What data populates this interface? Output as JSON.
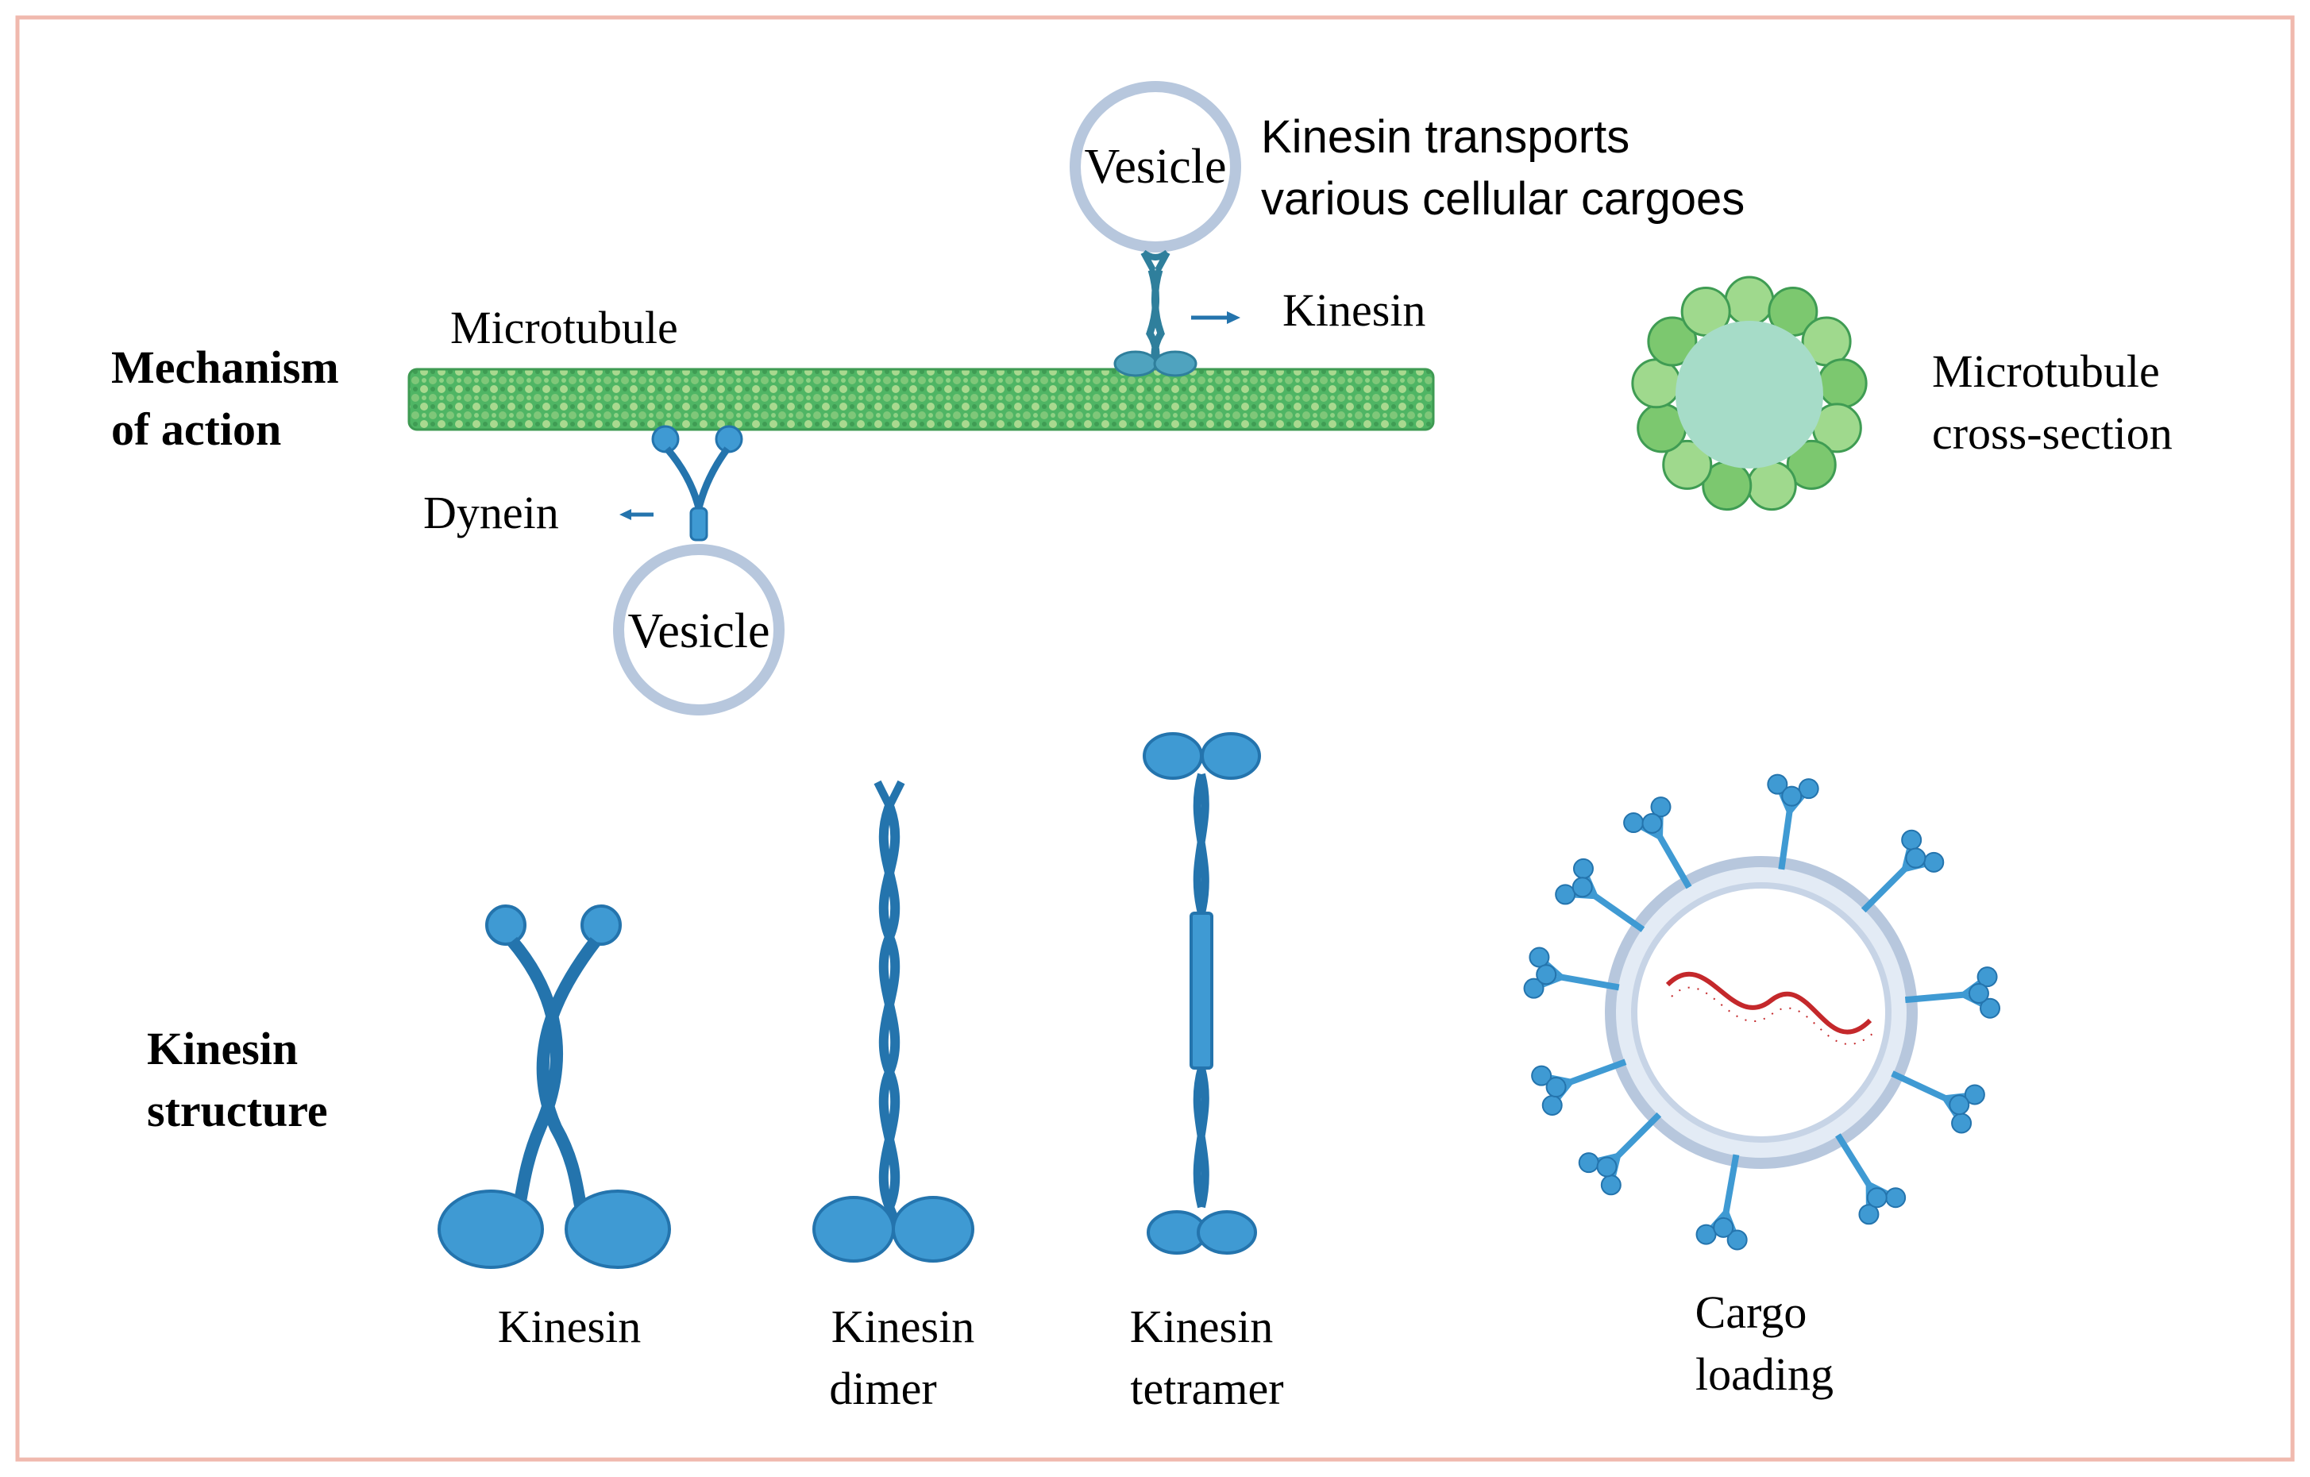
{
  "colors": {
    "frame": "#f0b9ae",
    "microtubule_green": "#4fb564",
    "tubulin_light": "#a9d98f",
    "tubulin_core": "#a6dcc8",
    "motor_blue": "#3f9ad3",
    "motor_blue_dark": "#2474ad",
    "vesicle_ring": "#b7c7dd",
    "rna_red": "#c4282b"
  },
  "icons": [
    "microtubule-filament",
    "vesicle",
    "kinesin-motor",
    "dynein-motor",
    "microtubule-cross-section",
    "kinesin-dimer",
    "kinesin-tetramer",
    "cargo-vesicle",
    "rna-strand",
    "arrow"
  ],
  "sections": {
    "mechanism": "Mechanism",
    "mechanism_line2": "of action",
    "structure": "Kinesin",
    "structure_line2": "structure"
  },
  "mechanism": {
    "microtubule_label": "Microtubule",
    "vesicle_top_label": "Vesicle",
    "vesicle_bottom_label": "Vesicle",
    "kinesin_label": "Kinesin",
    "dynein_label": "Dynein",
    "transport_note_line1": "Kinesin transports",
    "transport_note_line2": "various cellular cargoes",
    "cross_section_line1": "Microtubule",
    "cross_section_line2": "cross-section"
  },
  "structure": {
    "kinesin_label": "Kinesin",
    "dimer_line1": "Kinesin",
    "dimer_line2": "dimer",
    "tetramer_line1": "Kinesin",
    "tetramer_line2": "tetramer",
    "cargo_line1": "Cargo",
    "cargo_line2": "loading"
  }
}
